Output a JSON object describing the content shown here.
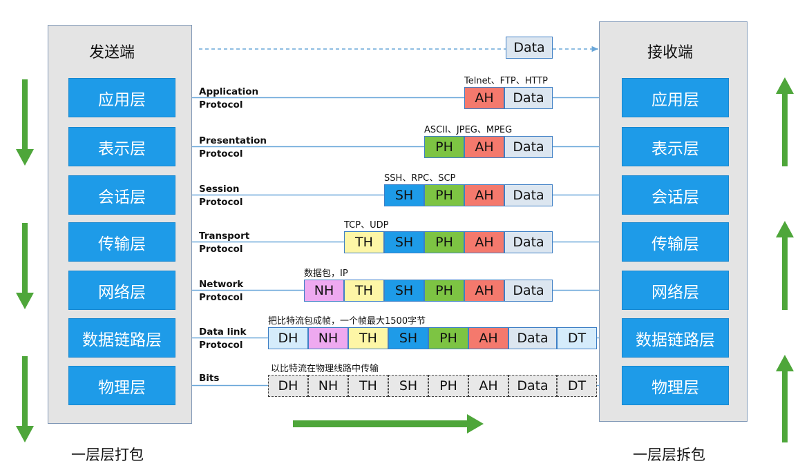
{
  "sender": {
    "title": "发送端",
    "caption": "一层层打包"
  },
  "receiver": {
    "title": "接收端",
    "caption": "一层层拆包"
  },
  "top_data_label": "Data",
  "layers": [
    {
      "name": "应用层",
      "protocol": [
        "Application",
        "Protocol"
      ],
      "annotation": "Telnet、FTP、HTTP",
      "cells": [
        "AH",
        "Data"
      ]
    },
    {
      "name": "表示层",
      "protocol": [
        "Presentation",
        "Protocol"
      ],
      "annotation": "ASCII、JPEG、MPEG",
      "cells": [
        "PH",
        "AH",
        "Data"
      ]
    },
    {
      "name": "会话层",
      "protocol": [
        "Session",
        "Protocol"
      ],
      "annotation": "SSH、RPC、SCP",
      "cells": [
        "SH",
        "PH",
        "AH",
        "Data"
      ]
    },
    {
      "name": "传输层",
      "protocol": [
        "Transport",
        "Protocol"
      ],
      "annotation": "TCP、UDP",
      "cells": [
        "TH",
        "SH",
        "PH",
        "AH",
        "Data"
      ]
    },
    {
      "name": "网络层",
      "protocol": [
        "Network",
        "Protocol"
      ],
      "annotation": "数据包，IP",
      "cells": [
        "NH",
        "TH",
        "SH",
        "PH",
        "AH",
        "Data"
      ]
    },
    {
      "name": "数据链路层",
      "protocol": [
        "Data link",
        "Protocol"
      ],
      "annotation": "把比特流包成帧，一个帧最大1500字节",
      "cells": [
        "DH",
        "NH",
        "TH",
        "SH",
        "PH",
        "AH",
        "Data",
        "DT"
      ]
    },
    {
      "name": "物理层",
      "protocol": [
        "Bits"
      ],
      "annotation": "以比特流在物理线路中传输",
      "cells": [
        "DH",
        "NH",
        "TH",
        "SH",
        "PH",
        "AH",
        "Data",
        "DT"
      ]
    }
  ],
  "colors": {
    "layer_fill": "#1e9be8",
    "panel_fill": "#e4e4e4",
    "arrow_green": "#4ea63a",
    "DH": "#d5ecfb",
    "NH": "#eea9f0",
    "TH": "#fdf6a6",
    "SH": "#1e9be8",
    "PH": "#7dc443",
    "AH": "#f4796d",
    "Data": "#dce6f0",
    "DT": "#d5ecfb"
  }
}
